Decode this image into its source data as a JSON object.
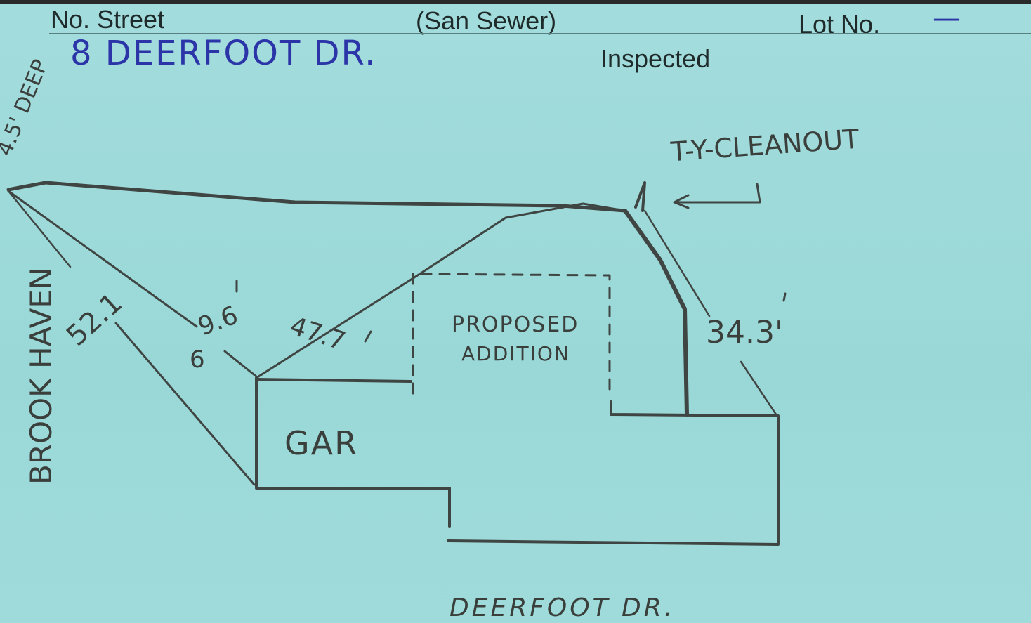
{
  "header": {
    "street_label": "No. Street",
    "sewer_label": "(San Sewer)",
    "lot_label": "Lot No.",
    "lot_value": "—",
    "address": "8 DEERFOOT DR.",
    "inspected_label": "Inspected"
  },
  "sketch": {
    "depth_note": "4.5' DEEP",
    "side_street": "BROOK HAVEN",
    "cleanout_label": "T-Y-CLEANOUT",
    "dim_1": "52.1",
    "dim_2": "9.6",
    "dim_3": "47.7",
    "dim_4": "34.3'",
    "dim_5": "6",
    "addition_line1": "PROPOSED",
    "addition_line2": "ADDITION",
    "garage": "GAR",
    "front_street": "DEERFOOT DR."
  },
  "colors": {
    "card": "#9fdada",
    "ink_blue": "#2b35a8",
    "pencil": "#3a3f3c"
  }
}
